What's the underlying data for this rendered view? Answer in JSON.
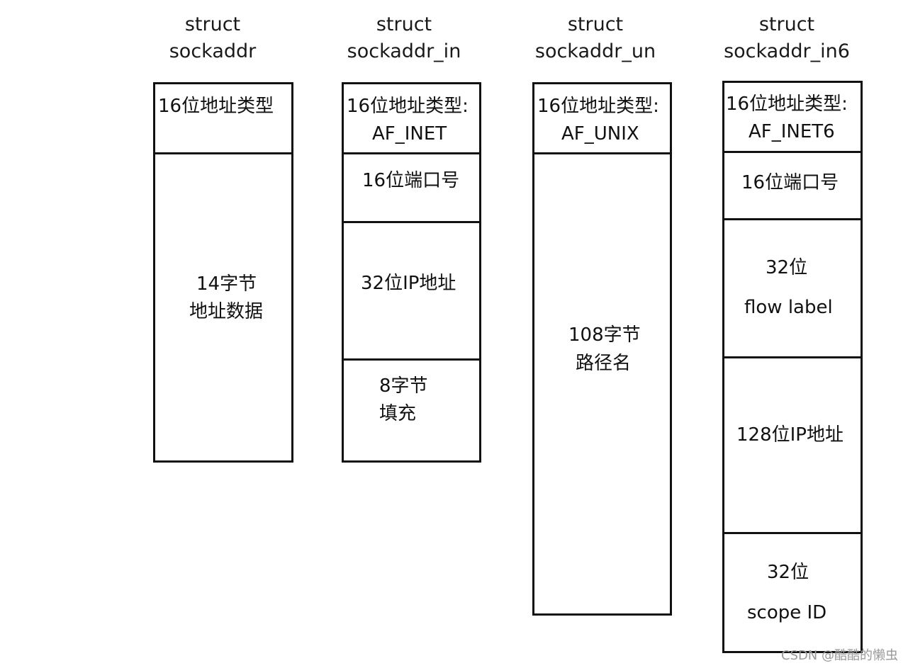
{
  "structs": [
    {
      "title_line1": "struct",
      "title_line2": "sockaddr",
      "fields": [
        {
          "lines": [
            "16位地址类型"
          ]
        },
        {
          "lines": [
            "14字节",
            "地址数据"
          ]
        }
      ]
    },
    {
      "title_line1": "struct",
      "title_line2": "sockaddr_in",
      "fields": [
        {
          "lines": [
            "16位地址类型:",
            "AF_INET"
          ]
        },
        {
          "lines": [
            "16位端口号"
          ]
        },
        {
          "lines": [
            "32位IP地址"
          ]
        },
        {
          "lines": [
            "8字节",
            "填充"
          ]
        }
      ]
    },
    {
      "title_line1": "struct",
      "title_line2": "sockaddr_un",
      "fields": [
        {
          "lines": [
            "16位地址类型:",
            "AF_UNIX"
          ]
        },
        {
          "lines": [
            "108字节",
            "路径名"
          ]
        }
      ]
    },
    {
      "title_line1": "struct",
      "title_line2": "sockaddr_in6",
      "fields": [
        {
          "lines": [
            "16位地址类型:",
            "AF_INET6"
          ]
        },
        {
          "lines": [
            "16位端口号"
          ]
        },
        {
          "lines": [
            "32位",
            "flow label"
          ]
        },
        {
          "lines": [
            "128位IP地址"
          ]
        },
        {
          "lines": [
            "32位",
            "scope ID"
          ]
        }
      ]
    }
  ],
  "watermark": "CSDN @酷酷的懒虫"
}
